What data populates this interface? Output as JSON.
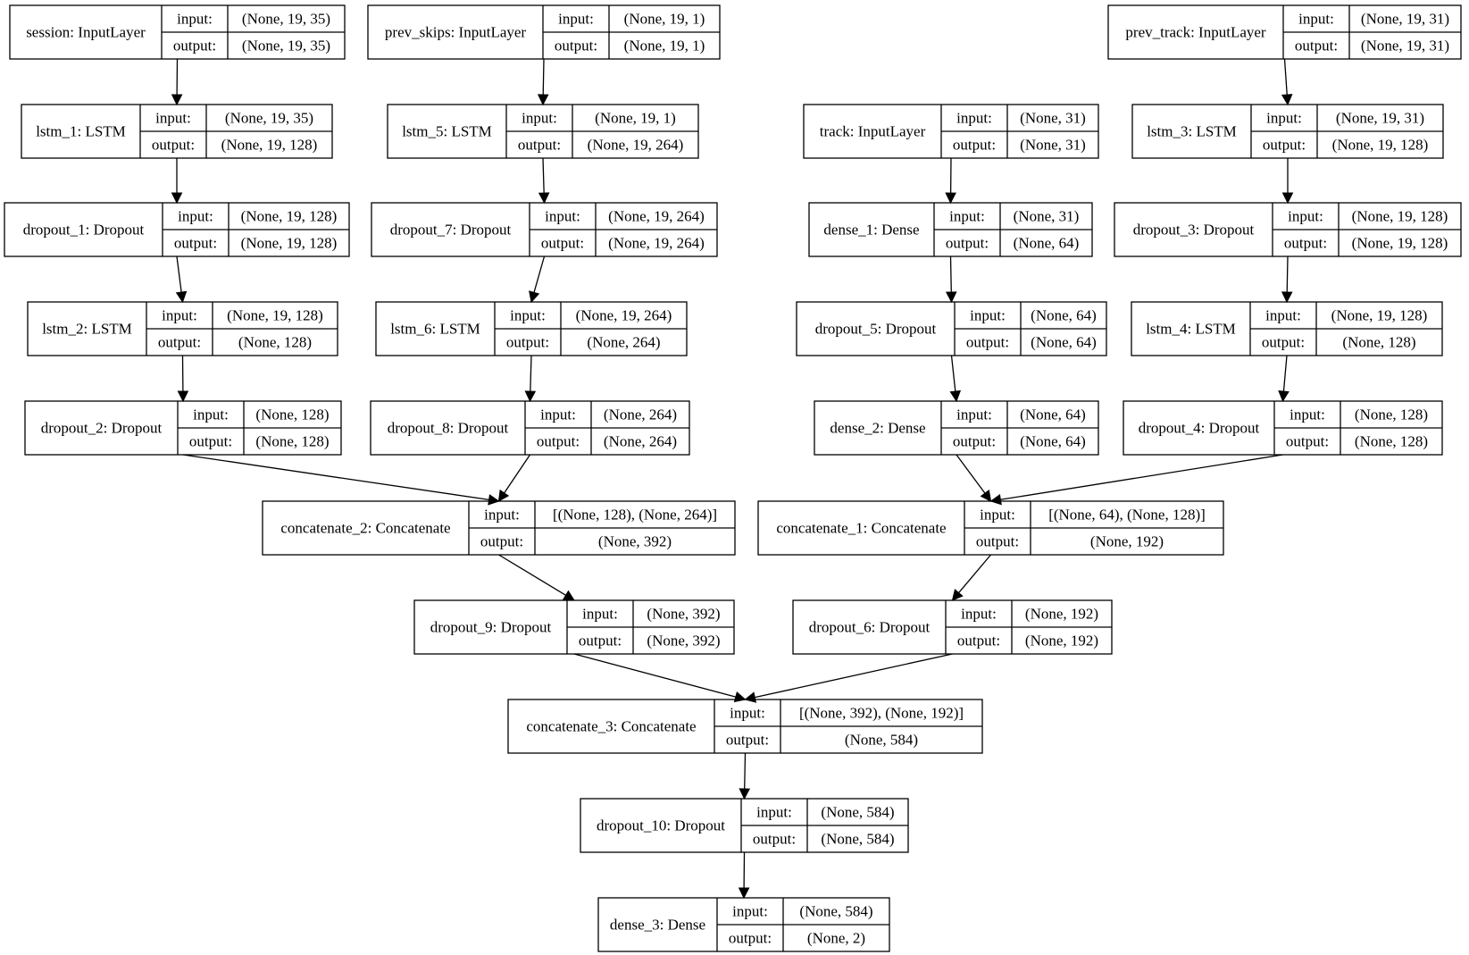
{
  "nodes": [
    {
      "id": "session",
      "name": "session: InputLayer",
      "in_label": "input:",
      "out_label": "output:",
      "input": "(None, 19, 35)",
      "output": "(None, 19, 35)"
    },
    {
      "id": "prev_skips",
      "name": "prev_skips: InputLayer",
      "in_label": "input:",
      "out_label": "output:",
      "input": "(None, 19, 1)",
      "output": "(None, 19, 1)"
    },
    {
      "id": "prev_track",
      "name": "prev_track: InputLayer",
      "in_label": "input:",
      "out_label": "output:",
      "input": "(None, 19, 31)",
      "output": "(None, 19, 31)"
    },
    {
      "id": "lstm_1",
      "name": "lstm_1: LSTM",
      "in_label": "input:",
      "out_label": "output:",
      "input": "(None, 19, 35)",
      "output": "(None, 19, 128)"
    },
    {
      "id": "lstm_5",
      "name": "lstm_5: LSTM",
      "in_label": "input:",
      "out_label": "output:",
      "input": "(None, 19, 1)",
      "output": "(None, 19, 264)"
    },
    {
      "id": "track",
      "name": "track: InputLayer",
      "in_label": "input:",
      "out_label": "output:",
      "input": "(None, 31)",
      "output": "(None, 31)"
    },
    {
      "id": "lstm_3",
      "name": "lstm_3: LSTM",
      "in_label": "input:",
      "out_label": "output:",
      "input": "(None, 19, 31)",
      "output": "(None, 19, 128)"
    },
    {
      "id": "dropout_1",
      "name": "dropout_1: Dropout",
      "in_label": "input:",
      "out_label": "output:",
      "input": "(None, 19, 128)",
      "output": "(None, 19, 128)"
    },
    {
      "id": "dropout_7",
      "name": "dropout_7: Dropout",
      "in_label": "input:",
      "out_label": "output:",
      "input": "(None, 19, 264)",
      "output": "(None, 19, 264)"
    },
    {
      "id": "dense_1",
      "name": "dense_1: Dense",
      "in_label": "input:",
      "out_label": "output:",
      "input": "(None, 31)",
      "output": "(None, 64)"
    },
    {
      "id": "dropout_3",
      "name": "dropout_3: Dropout",
      "in_label": "input:",
      "out_label": "output:",
      "input": "(None, 19, 128)",
      "output": "(None, 19, 128)"
    },
    {
      "id": "lstm_2",
      "name": "lstm_2: LSTM",
      "in_label": "input:",
      "out_label": "output:",
      "input": "(None, 19, 128)",
      "output": "(None, 128)"
    },
    {
      "id": "lstm_6",
      "name": "lstm_6: LSTM",
      "in_label": "input:",
      "out_label": "output:",
      "input": "(None, 19, 264)",
      "output": "(None, 264)"
    },
    {
      "id": "dropout_5",
      "name": "dropout_5: Dropout",
      "in_label": "input:",
      "out_label": "output:",
      "input": "(None, 64)",
      "output": "(None, 64)"
    },
    {
      "id": "lstm_4",
      "name": "lstm_4: LSTM",
      "in_label": "input:",
      "out_label": "output:",
      "input": "(None, 19, 128)",
      "output": "(None, 128)"
    },
    {
      "id": "dropout_2",
      "name": "dropout_2: Dropout",
      "in_label": "input:",
      "out_label": "output:",
      "input": "(None, 128)",
      "output": "(None, 128)"
    },
    {
      "id": "dropout_8",
      "name": "dropout_8: Dropout",
      "in_label": "input:",
      "out_label": "output:",
      "input": "(None, 264)",
      "output": "(None, 264)"
    },
    {
      "id": "dense_2",
      "name": "dense_2: Dense",
      "in_label": "input:",
      "out_label": "output:",
      "input": "(None, 64)",
      "output": "(None, 64)"
    },
    {
      "id": "dropout_4",
      "name": "dropout_4: Dropout",
      "in_label": "input:",
      "out_label": "output:",
      "input": "(None, 128)",
      "output": "(None, 128)"
    },
    {
      "id": "concatenate_2",
      "name": "concatenate_2: Concatenate",
      "in_label": "input:",
      "out_label": "output:",
      "input": "[(None, 128), (None, 264)]",
      "output": "(None, 392)"
    },
    {
      "id": "concatenate_1",
      "name": "concatenate_1: Concatenate",
      "in_label": "input:",
      "out_label": "output:",
      "input": "[(None, 64), (None, 128)]",
      "output": "(None, 192)"
    },
    {
      "id": "dropout_9",
      "name": "dropout_9: Dropout",
      "in_label": "input:",
      "out_label": "output:",
      "input": "(None, 392)",
      "output": "(None, 392)"
    },
    {
      "id": "dropout_6",
      "name": "dropout_6: Dropout",
      "in_label": "input:",
      "out_label": "output:",
      "input": "(None, 192)",
      "output": "(None, 192)"
    },
    {
      "id": "concatenate_3",
      "name": "concatenate_3: Concatenate",
      "in_label": "input:",
      "out_label": "output:",
      "input": "[(None, 392), (None, 192)]",
      "output": "(None, 584)"
    },
    {
      "id": "dropout_10",
      "name": "dropout_10: Dropout",
      "in_label": "input:",
      "out_label": "output:",
      "input": "(None, 584)",
      "output": "(None, 584)"
    },
    {
      "id": "dense_3",
      "name": "dense_3: Dense",
      "in_label": "input:",
      "out_label": "output:",
      "input": "(None, 584)",
      "output": "(None, 2)"
    }
  ],
  "edges": [
    {
      "from": "session",
      "to": "lstm_1"
    },
    {
      "from": "prev_skips",
      "to": "lstm_5"
    },
    {
      "from": "prev_track",
      "to": "lstm_3"
    },
    {
      "from": "lstm_1",
      "to": "dropout_1"
    },
    {
      "from": "lstm_5",
      "to": "dropout_7"
    },
    {
      "from": "track",
      "to": "dense_1"
    },
    {
      "from": "lstm_3",
      "to": "dropout_3"
    },
    {
      "from": "dropout_1",
      "to": "lstm_2"
    },
    {
      "from": "dropout_7",
      "to": "lstm_6"
    },
    {
      "from": "dense_1",
      "to": "dropout_5"
    },
    {
      "from": "dropout_3",
      "to": "lstm_4"
    },
    {
      "from": "lstm_2",
      "to": "dropout_2"
    },
    {
      "from": "lstm_6",
      "to": "dropout_8"
    },
    {
      "from": "dropout_5",
      "to": "dense_2"
    },
    {
      "from": "lstm_4",
      "to": "dropout_4"
    },
    {
      "from": "dropout_2",
      "to": "concatenate_2"
    },
    {
      "from": "dropout_8",
      "to": "concatenate_2"
    },
    {
      "from": "dense_2",
      "to": "concatenate_1"
    },
    {
      "from": "dropout_4",
      "to": "concatenate_1"
    },
    {
      "from": "concatenate_2",
      "to": "dropout_9"
    },
    {
      "from": "concatenate_1",
      "to": "dropout_6"
    },
    {
      "from": "dropout_9",
      "to": "concatenate_3"
    },
    {
      "from": "dropout_6",
      "to": "concatenate_3"
    },
    {
      "from": "concatenate_3",
      "to": "dropout_10"
    },
    {
      "from": "dropout_10",
      "to": "dense_3"
    }
  ]
}
